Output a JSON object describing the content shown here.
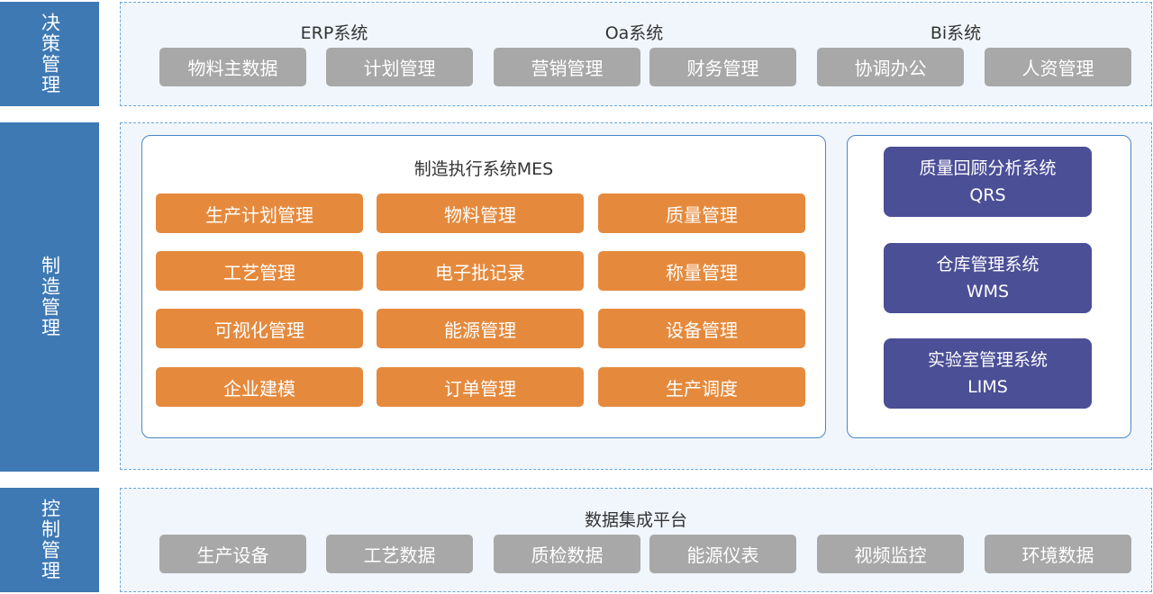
{
  "side_labels": {
    "decision": "决策管理",
    "manufacturing": "制造管理",
    "control": "控制管理"
  },
  "decision_layer": {
    "erp": {
      "title": "ERP系统",
      "items": [
        "物料主数据",
        "计划管理"
      ]
    },
    "oa": {
      "title": "Oa系统",
      "items": [
        "营销管理",
        "财务管理"
      ]
    },
    "bi": {
      "title": "Bi系统",
      "items": [
        "协调办公",
        "人资管理"
      ]
    }
  },
  "mes": {
    "title": "制造执行系统MES",
    "modules": [
      [
        "生产计划管理",
        "物料管理",
        "质量管理"
      ],
      [
        "工艺管理",
        "电子批记录",
        "称量管理"
      ],
      [
        "可视化管理",
        "能源管理",
        "设备管理"
      ],
      [
        "企业建模",
        "订单管理",
        "生产调度"
      ]
    ]
  },
  "side_systems": [
    {
      "name": "质量回顾分析系统",
      "abbr": "QRS"
    },
    {
      "name": "仓库管理系统",
      "abbr": "WMS"
    },
    {
      "name": "实验室管理系统",
      "abbr": "LIMS"
    }
  ],
  "control_layer": {
    "title": "数据集成平台",
    "items": [
      "生产设备",
      "工艺数据",
      "质检数据",
      "能源仪表",
      "视频监控",
      "环境数据"
    ]
  },
  "colors": {
    "side_label_bg": "#3e79b4",
    "layer_bg": "#f1f6fc",
    "layer_border": "#6aa7d9",
    "gray_box": "#a8a8a8",
    "mes_module": "#e58a3d",
    "side_system": "#4b4f96"
  }
}
